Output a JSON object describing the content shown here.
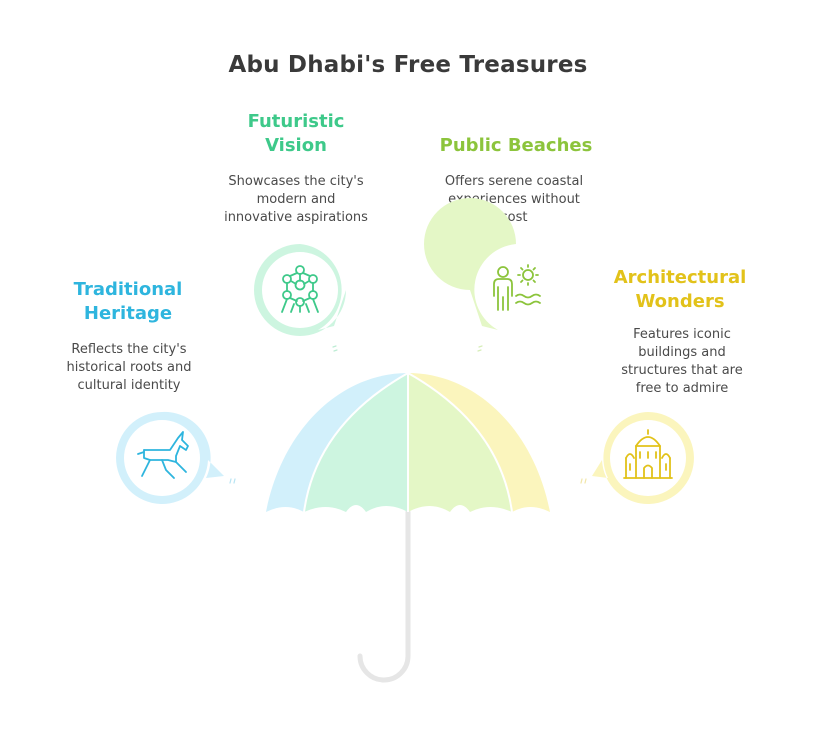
{
  "title": "Abu Dhabi's Free Treasures",
  "colors": {
    "blue": "#2eb5de",
    "green": "#3ec98a",
    "lime": "#8cc43c",
    "yellow": "#e2c21a",
    "handle": "#e6e6e6"
  },
  "items": [
    {
      "heading_line1": "Traditional",
      "heading_line2": "Heritage",
      "description_lines": [
        "Reflects the city's",
        "historical roots and",
        "cultural identity"
      ],
      "icon": "horse-icon"
    },
    {
      "heading_line1": "Futuristic",
      "heading_line2": "Vision",
      "description_lines": [
        "Showcases the city's",
        "modern and",
        "innovative aspirations"
      ],
      "icon": "atomium-icon"
    },
    {
      "heading_line1": "Public Beaches",
      "heading_line2": "",
      "description_lines": [
        "Offers serene coastal",
        "experiences without",
        "cost"
      ],
      "icon": "beach-person-sun-icon"
    },
    {
      "heading_line1": "Architectural",
      "heading_line2": "Wonders",
      "description_lines": [
        "Features iconic",
        "buildings and",
        "structures that are",
        "free to admire"
      ],
      "icon": "domed-building-icon"
    }
  ]
}
